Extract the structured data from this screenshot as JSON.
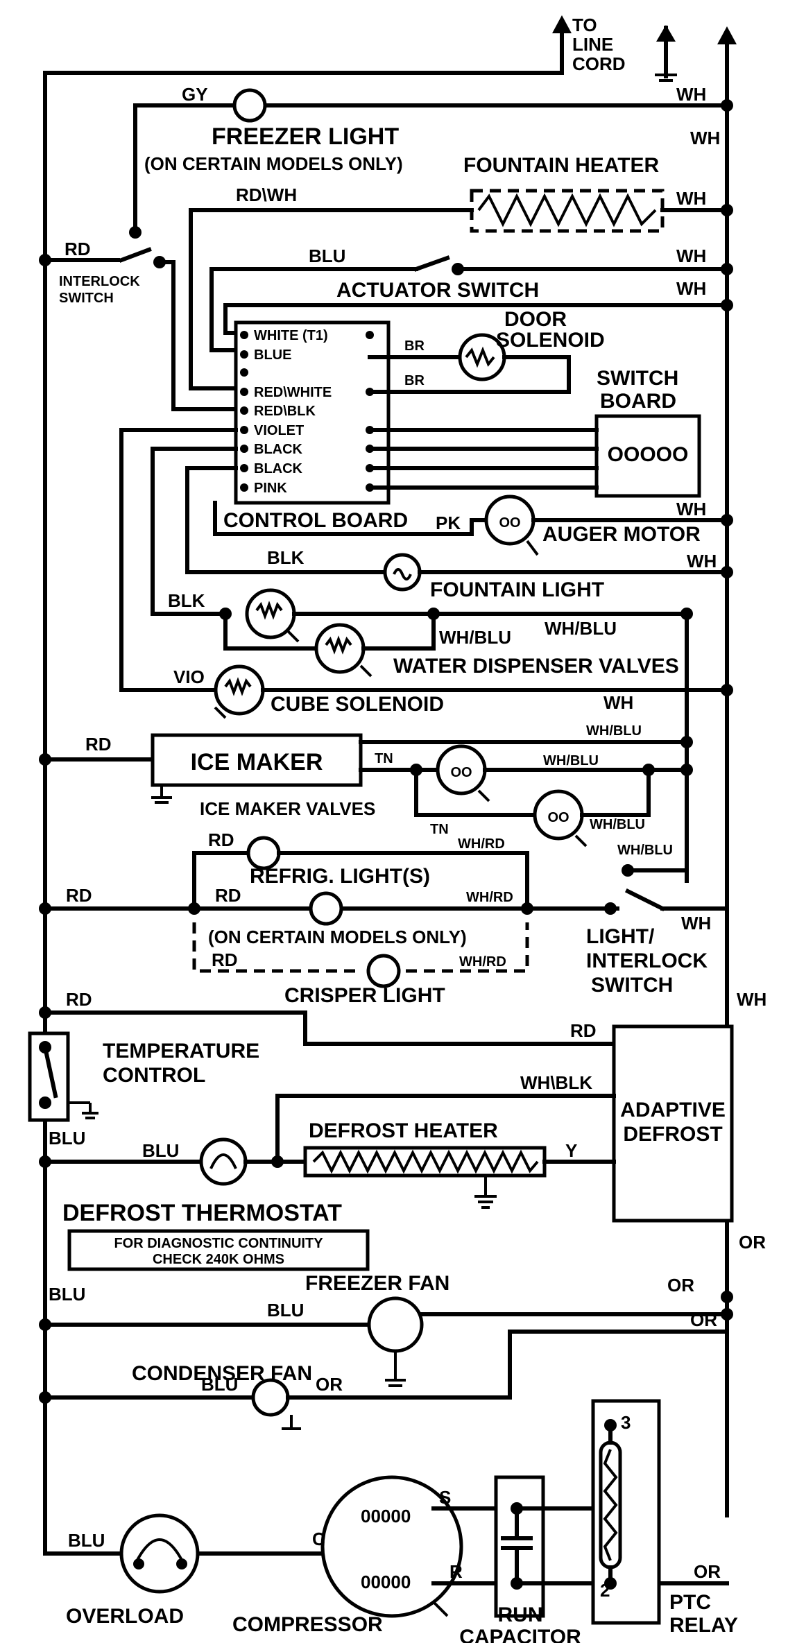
{
  "wire_labels": {
    "gy": "GY",
    "wh": "WH",
    "rd": "RD",
    "rd_wh": "RD\\WH",
    "blu": "BLU",
    "br": "BR",
    "pk": "PK",
    "blk": "BLK",
    "vio": "VIO",
    "tn": "TN",
    "wh_blu": "WH/BLU",
    "wh_rd": "WH/RD",
    "wh_blk": "WH\\BLK",
    "y": "Y",
    "or": "OR",
    "s": "S",
    "r": "R",
    "c": "C",
    "three": "3",
    "two": "2"
  },
  "components": {
    "to_line_cord": [
      "TO",
      "LINE",
      "CORD"
    ],
    "freezer_light": "FREEZER LIGHT",
    "on_certain_models_only": "(ON CERTAIN MODELS ONLY)",
    "fountain_heater": "FOUNTAIN HEATER",
    "interlock_switch": [
      "INTERLOCK",
      "SWITCH"
    ],
    "actuator_switch": "ACTUATOR SWITCH",
    "door_solenoid": [
      "DOOR",
      "SOLENOID"
    ],
    "switch_board": [
      "SWITCH",
      "BOARD"
    ],
    "switch_board_dots": "OOOOO",
    "control_board": "CONTROL BOARD",
    "auger_motor": "AUGER MOTOR",
    "fountain_light": "FOUNTAIN LIGHT",
    "water_dispenser_valves": "WATER DISPENSER VALVES",
    "cube_solenoid": "CUBE SOLENOID",
    "ice_maker": "ICE MAKER",
    "ice_maker_valves": "ICE MAKER VALVES",
    "refrig_lights": "REFRIG. LIGHT(S)",
    "crisper_light": "CRISPER LIGHT",
    "light_interlock_switch": [
      "LIGHT/",
      "INTERLOCK",
      "SWITCH"
    ],
    "temperature_control": [
      "TEMPERATURE",
      "CONTROL"
    ],
    "adaptive_defrost": [
      "ADAPTIVE",
      "DEFROST"
    ],
    "defrost_heater": "DEFROST HEATER",
    "defrost_thermostat": "DEFROST THERMOSTAT",
    "diagnostic_note": [
      "FOR DIAGNOSTIC CONTINUITY",
      "CHECK 240K OHMS"
    ],
    "freezer_fan": "FREEZER FAN",
    "condenser_fan": "CONDENSER FAN",
    "overload": "OVERLOAD",
    "compressor": "COMPRESSOR",
    "compressor_coil": "00000",
    "run_capacitor": [
      "RUN",
      "CAPACITOR"
    ],
    "ptc_relay": [
      "PTC",
      "RELAY"
    ]
  },
  "control_board_pins": [
    "WHITE (T1)",
    "BLUE",
    "",
    "RED\\WHITE",
    "RED\\BLK",
    "VIOLET",
    "BLACK",
    "BLACK",
    "PINK"
  ]
}
